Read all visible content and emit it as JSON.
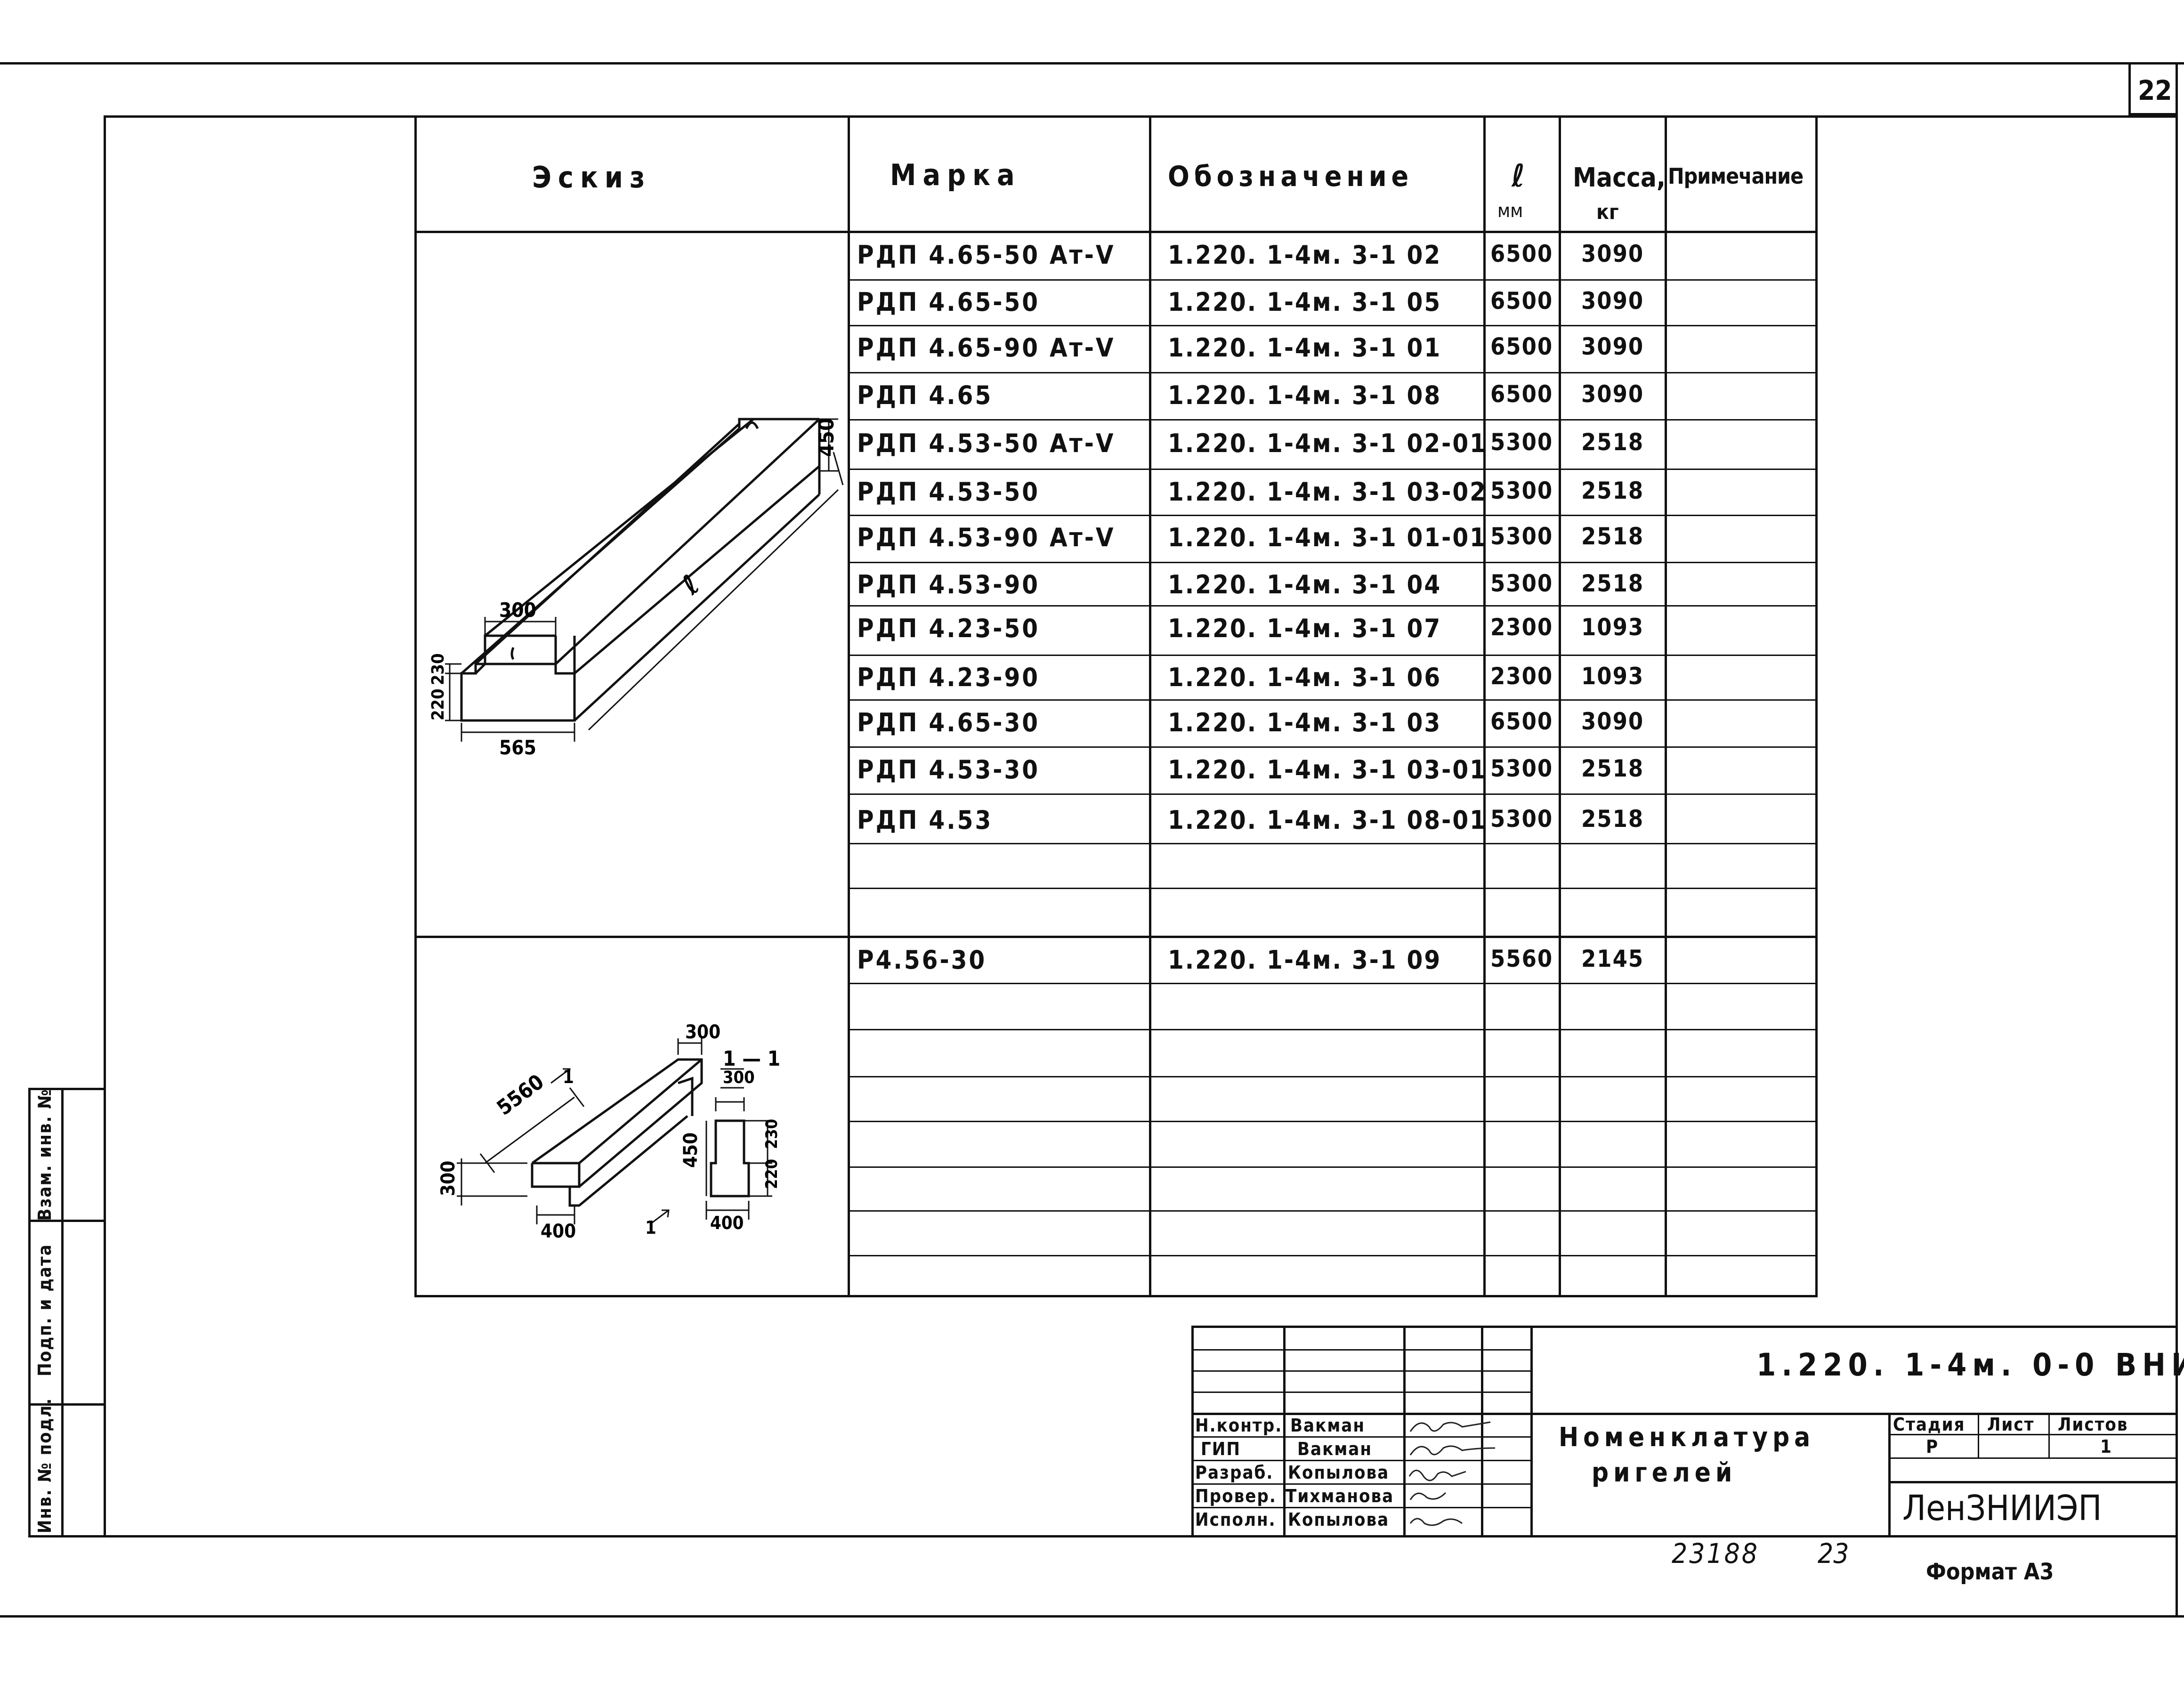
{
  "sheet_number": "22",
  "table": {
    "headers": {
      "sketch": "Эскиз",
      "mark": "Марка",
      "designation": "Обозначение",
      "length": "ℓ",
      "length_unit": "мм",
      "mass": "Масса,",
      "mass_unit": "кг",
      "note": "Примечание"
    },
    "rows": [
      {
        "mark": "РДП 4.65-50 Ат-V",
        "designation": "1.220. 1-4м. 3-1  02",
        "length": "6500",
        "mass": "3090",
        "note": ""
      },
      {
        "mark": "РДП 4.65-50",
        "designation": "1.220. 1-4м. 3-1  05",
        "length": "6500",
        "mass": "3090",
        "note": ""
      },
      {
        "mark": "РДП 4.65-90 Ат-V",
        "designation": "1.220. 1-4м. 3-1  01",
        "length": "6500",
        "mass": "3090",
        "note": ""
      },
      {
        "mark": "РДП 4.65",
        "designation": "1.220. 1-4м. 3-1  08",
        "length": "6500",
        "mass": "3090",
        "note": ""
      },
      {
        "mark": "РДП 4.53-50 Ат-V",
        "designation": "1.220. 1-4м. 3-1  02-01",
        "length": "5300",
        "mass": "2518",
        "note": ""
      },
      {
        "mark": "РДП 4.53-50",
        "designation": "1.220. 1-4м. 3-1  03-02",
        "length": "5300",
        "mass": "2518",
        "note": ""
      },
      {
        "mark": "РДП 4.53-90 Ат-V",
        "designation": "1.220. 1-4м. 3-1  01-01",
        "length": "5300",
        "mass": "2518",
        "note": ""
      },
      {
        "mark": "РДП 4.53-90",
        "designation": "1.220. 1-4м. 3-1  04",
        "length": "5300",
        "mass": "2518",
        "note": ""
      },
      {
        "mark": "РДП 4.23-50",
        "designation": "1.220. 1-4м. 3-1  07",
        "length": "2300",
        "mass": "1093",
        "note": ""
      },
      {
        "mark": "РДП 4.23-90",
        "designation": "1.220. 1-4м. 3-1  06",
        "length": "2300",
        "mass": "1093",
        "note": ""
      },
      {
        "mark": "РДП 4.65-30",
        "designation": "1.220. 1-4м. 3-1  03",
        "length": "6500",
        "mass": "3090",
        "note": ""
      },
      {
        "mark": "РДП 4.53-30",
        "designation": "1.220. 1-4м. 3-1  03-01",
        "length": "5300",
        "mass": "2518",
        "note": ""
      },
      {
        "mark": "РДП 4.53",
        "designation": "1.220. 1-4м. 3-1  08-01",
        "length": "5300",
        "mass": "2518",
        "note": ""
      },
      {
        "mark": "",
        "designation": "",
        "length": "",
        "mass": "",
        "note": ""
      },
      {
        "mark": "",
        "designation": "",
        "length": "",
        "mass": "",
        "note": ""
      },
      {
        "mark": "Р4.56-30",
        "designation": "1.220. 1-4м. 3-1  09",
        "length": "5560",
        "mass": "2145",
        "note": ""
      }
    ]
  },
  "sketch1": {
    "dims": {
      "height": "450",
      "length": "ℓ",
      "top": "300",
      "d230": "230",
      "d220": "220",
      "width": "565"
    }
  },
  "sketch2": {
    "dims": {
      "top": "300",
      "length": "5560",
      "height": "300",
      "bottom": "400",
      "section_label": "1 — 1",
      "sec_top": "300",
      "sec_h": "450",
      "sec_230": "230",
      "sec_220": "220",
      "sec_bottom": "400",
      "cut1": "1",
      "cut2": "1"
    }
  },
  "side_stamp": {
    "col1": "Инв. № подл.",
    "col2": "Подп. и дата",
    "col3": "Взам. инв. №"
  },
  "title_block": {
    "code": "1.220. 1-4м. 0-0 ВНИ",
    "title_line1": "Номенклатура",
    "title_line2": "ригелей",
    "stage_label": "Стадия",
    "sheet_label": "Лист",
    "sheets_label": "Листов",
    "stage_value": "Р",
    "sheets_value": "1",
    "org": "ЛенЗНИИЭП",
    "roles": [
      {
        "role": "Н.контр.",
        "name": "Вакман"
      },
      {
        "role": "ГИП",
        "name": "Вакман"
      },
      {
        "role": "Разраб.",
        "name": "Копылова"
      },
      {
        "role": "Провер.",
        "name": "Тихманова"
      },
      {
        "role": "Исполн.",
        "name": "Копылова"
      }
    ]
  },
  "footer": {
    "inv_number": "23188",
    "page": "23",
    "format": "Формат А3"
  }
}
